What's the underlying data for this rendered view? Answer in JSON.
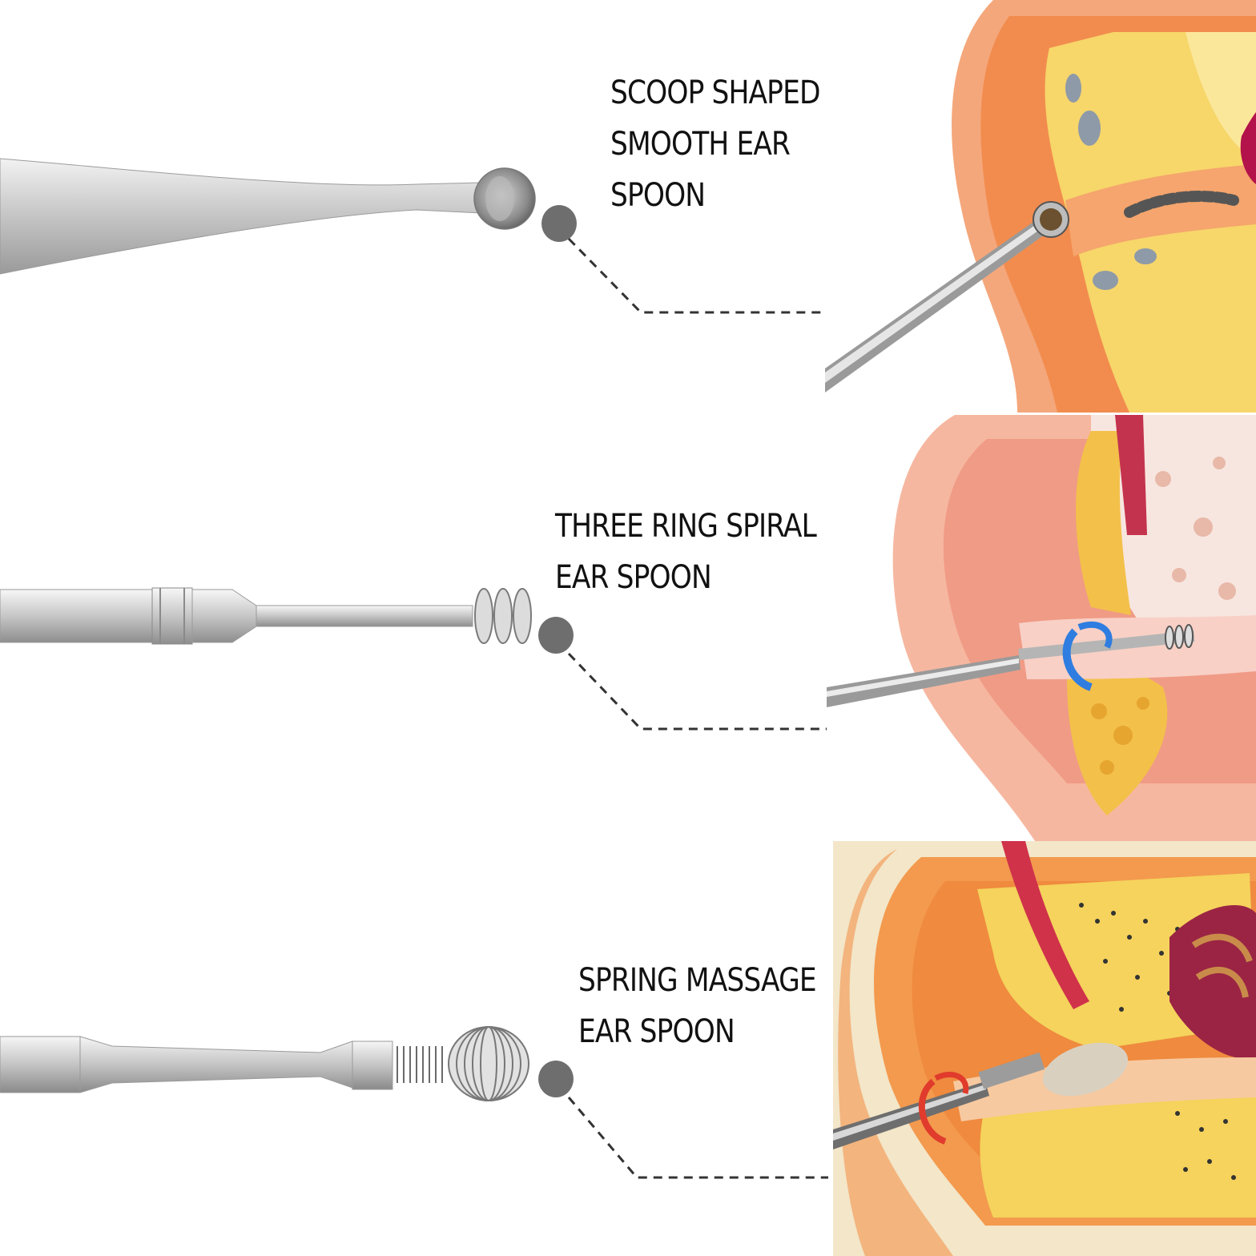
{
  "features": [
    {
      "id": "scoop",
      "label_lines": [
        "SCOOP SHAPED",
        "SMOOTH EAR",
        "SPOON"
      ],
      "tool_icon": "scoop-spoon-tool",
      "illustration_icon": "ear-anatomy-scoop"
    },
    {
      "id": "spiral",
      "label_lines": [
        "THREE RING SPIRAL",
        "EAR SPOON"
      ],
      "tool_icon": "spiral-spoon-tool",
      "illustration_icon": "ear-anatomy-spiral"
    },
    {
      "id": "spring",
      "label_lines": [
        "SPRING MASSAGE",
        "EAR SPOON"
      ],
      "tool_icon": "spring-spoon-tool",
      "illustration_icon": "ear-anatomy-spring"
    }
  ],
  "colors": {
    "background": "#ffffff",
    "text": "#111111",
    "dot": "#6e6e6e",
    "leader": "#333333",
    "steel_light": "#e4e4e4",
    "steel_dark": "#8a8a8a",
    "ear_skin": "#f4b08a",
    "ear_orange": "#f28c4e",
    "bone_yellow": "#f7d66a",
    "canal_pink": "#e98a86",
    "rotation_blue": "#2f7de0",
    "rotation_red": "#e03b2c"
  }
}
